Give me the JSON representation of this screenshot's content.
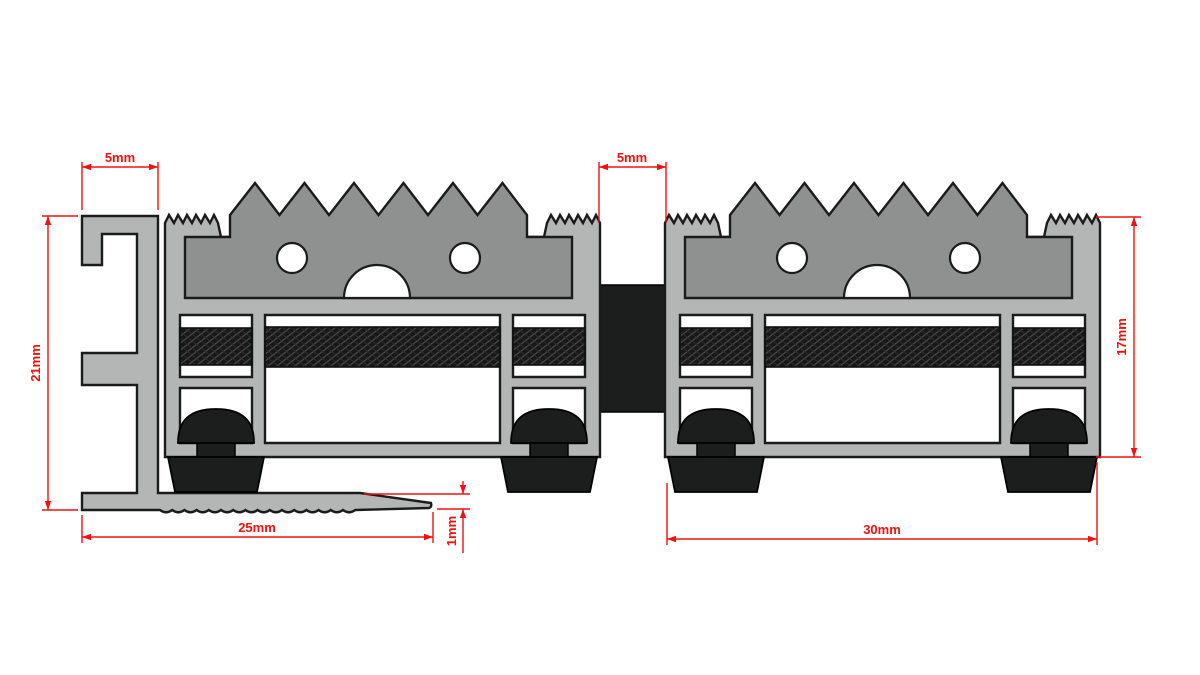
{
  "diagram": {
    "type": "technical-cross-section",
    "dimensions": {
      "frame_top_width": "5mm",
      "expansion_gap": "5mm",
      "frame_height": "21mm",
      "ramp_width": "25mm",
      "ramp_edge_height": "1mm",
      "profile_width": "30mm",
      "profile_height": "17mm"
    },
    "colors": {
      "aluminium": "#b4b6b5",
      "insert": "#8f9190",
      "rubber": "#1c1e1d",
      "outline": "#1b1b1b",
      "dimension": "#f21111",
      "background": "#ffffff"
    }
  }
}
